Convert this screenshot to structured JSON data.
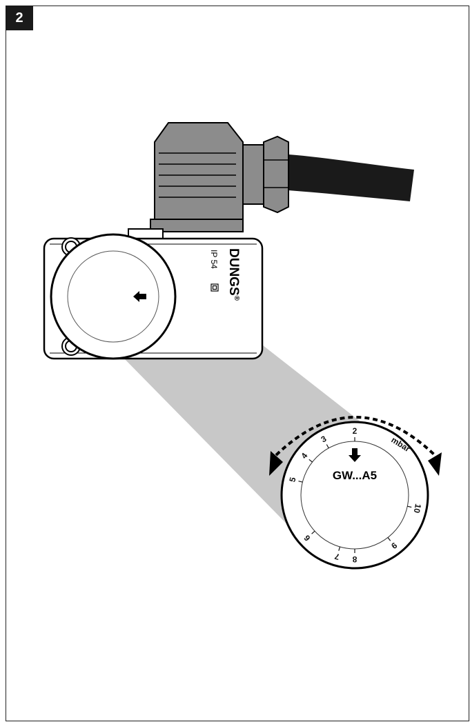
{
  "figure": {
    "number": "2"
  },
  "device": {
    "brand": "DUNGS",
    "brand_mark": "®",
    "rating": "IP 54",
    "body_fill": "#ffffff",
    "plug_fill": "#8c8c8c",
    "cable_fill": "#1a1a1a",
    "beam_fill": "#c8c8c8"
  },
  "dial": {
    "model": "GW...A5",
    "unit": "mbar",
    "scale": [
      "2",
      "3",
      "4",
      "5",
      "6",
      "7",
      "8",
      "9",
      "10"
    ]
  }
}
